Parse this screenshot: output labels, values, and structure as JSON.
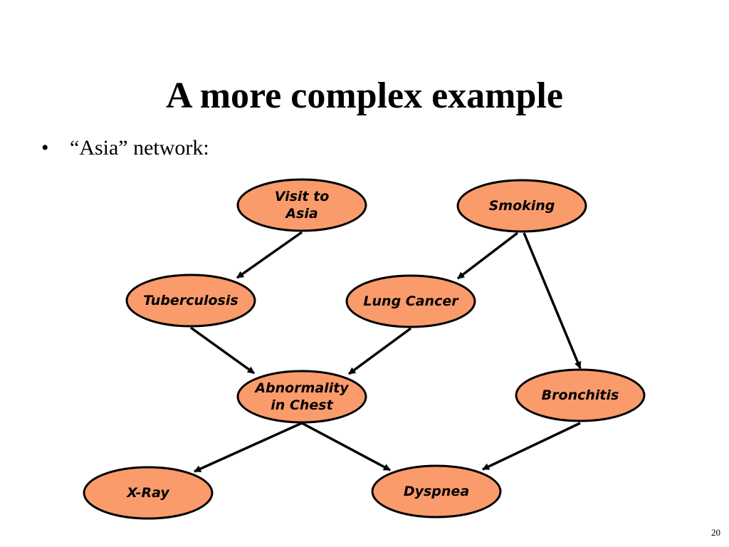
{
  "slide": {
    "title": "A more complex example",
    "bullet": "•",
    "bullet_text": "“Asia” network:",
    "page_number": "20"
  },
  "colors": {
    "node_fill": "#FA9B6C",
    "node_stroke": "#000000",
    "edge": "#000000",
    "text": "#000000"
  },
  "diagram": {
    "nodes": [
      {
        "id": "asia",
        "lines": [
          "Visit to",
          "Asia"
        ]
      },
      {
        "id": "smoking",
        "lines": [
          "Smoking"
        ]
      },
      {
        "id": "tuberculosis",
        "lines": [
          "Tuberculosis"
        ]
      },
      {
        "id": "lung_cancer",
        "lines": [
          "Lung Cancer"
        ]
      },
      {
        "id": "abnormality",
        "lines": [
          "Abnormality",
          "in Chest"
        ]
      },
      {
        "id": "bronchitis",
        "lines": [
          "Bronchitis"
        ]
      },
      {
        "id": "xray",
        "lines": [
          "X-Ray"
        ]
      },
      {
        "id": "dyspnea",
        "lines": [
          "Dyspnea"
        ]
      }
    ],
    "edges": [
      {
        "from": "asia",
        "to": "tuberculosis"
      },
      {
        "from": "smoking",
        "to": "lung_cancer"
      },
      {
        "from": "smoking",
        "to": "bronchitis"
      },
      {
        "from": "tuberculosis",
        "to": "abnormality"
      },
      {
        "from": "lung_cancer",
        "to": "abnormality"
      },
      {
        "from": "abnormality",
        "to": "xray"
      },
      {
        "from": "abnormality",
        "to": "dyspnea"
      },
      {
        "from": "bronchitis",
        "to": "dyspnea"
      }
    ]
  }
}
